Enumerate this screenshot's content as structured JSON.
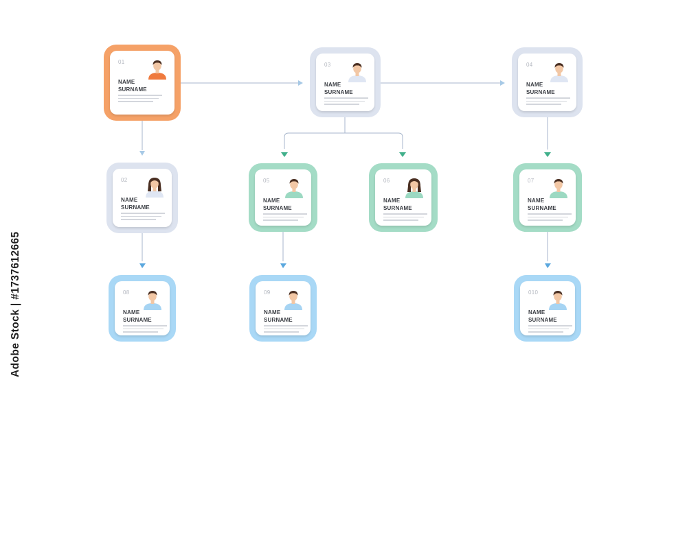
{
  "colors": {
    "orange": "#f5a167",
    "gray_blue": "#dde3ef",
    "green": "#a4dcc6",
    "light_blue": "#a9d8f6",
    "connector": "#a7b6cc",
    "arrow_gray": "#a7b6cc",
    "arrow_green": "#41b08b",
    "arrow_blue": "#5aa7de"
  },
  "cards": [
    {
      "id": "01",
      "num": "01",
      "name": "NAME",
      "surname": "SURNAME",
      "color": "orange",
      "gender": "male",
      "accent": "#ef7a3e"
    },
    {
      "id": "02",
      "num": "02",
      "name": "NAME",
      "surname": "SURNAME",
      "color": "gray_blue",
      "gender": "female",
      "accent": "#dfe6f3"
    },
    {
      "id": "03",
      "num": "03",
      "name": "NAME",
      "surname": "SURNAME",
      "color": "gray_blue",
      "gender": "male",
      "accent": "#dfe6f3"
    },
    {
      "id": "04",
      "num": "04",
      "name": "NAME",
      "surname": "SURNAME",
      "color": "gray_blue",
      "gender": "male",
      "accent": "#dfe6f3"
    },
    {
      "id": "05",
      "num": "05",
      "name": "NAME",
      "surname": "SURNAME",
      "color": "green",
      "gender": "male",
      "accent": "#9cd9c2"
    },
    {
      "id": "06",
      "num": "06",
      "name": "NAME",
      "surname": "SURNAME",
      "color": "green",
      "gender": "female",
      "accent": "#9cd9c2"
    },
    {
      "id": "07",
      "num": "07",
      "name": "NAME",
      "surname": "SURNAME",
      "color": "green",
      "gender": "male",
      "accent": "#9cd9c2"
    },
    {
      "id": "08",
      "num": "08",
      "name": "NAME",
      "surname": "SURNAME",
      "color": "light_blue",
      "gender": "male",
      "accent": "#a6d4f3"
    },
    {
      "id": "09",
      "num": "09",
      "name": "NAME",
      "surname": "SURNAME",
      "color": "light_blue",
      "gender": "male",
      "accent": "#a6d4f3"
    },
    {
      "id": "010",
      "num": "010",
      "name": "NAME",
      "surname": "SURNAME",
      "color": "light_blue",
      "gender": "male",
      "accent": "#a6d4f3"
    }
  ],
  "watermark": "Adobe Stock | #1737612665"
}
